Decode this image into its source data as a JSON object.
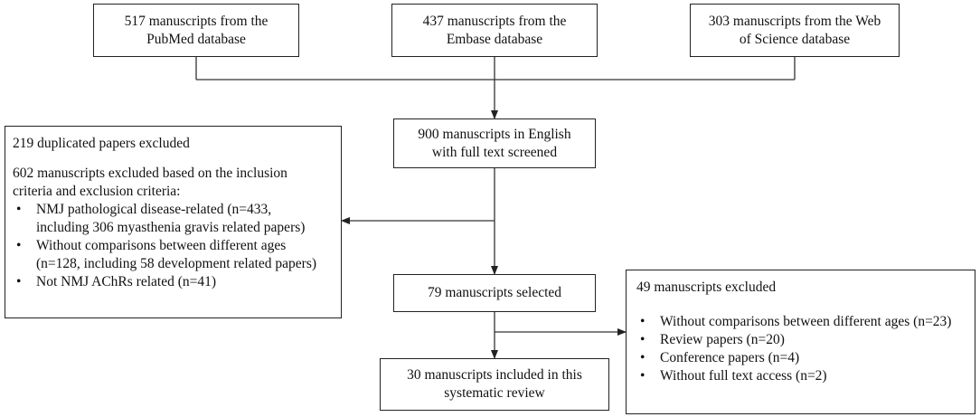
{
  "sources": [
    {
      "lines": [
        "517 manuscripts from the",
        "PubMed database"
      ]
    },
    {
      "lines": [
        "437 manuscripts from the",
        "Embase database"
      ]
    },
    {
      "lines": [
        "303 manuscripts from the Web",
        "of Science database"
      ]
    }
  ],
  "screened": {
    "lines": [
      "900 manuscripts in English",
      "with full text screened"
    ]
  },
  "excluded_first": {
    "duplicates": "219 duplicated papers excluded",
    "criteria_lines": [
      "602 manuscripts excluded based on the inclusion",
      "criteria and exclusion criteria:"
    ],
    "bullet_symbol": "•",
    "items": [
      {
        "lines": [
          "NMJ pathological disease-related (n=433,",
          "including 306 myasthenia gravis related papers)"
        ]
      },
      {
        "lines": [
          "Without comparisons between different ages",
          "(n=128, including 58 development related papers)"
        ]
      },
      {
        "lines": [
          "Not NMJ AChRs related (n=41)"
        ]
      }
    ]
  },
  "selected": {
    "text": "79 manuscripts selected"
  },
  "excluded_second": {
    "title": "49 manuscripts excluded",
    "items": [
      "Without comparisons between different ages (n=23)",
      "Review papers (n=20)",
      "Conference papers (n=4)",
      "Without full text access (n=2)"
    ]
  },
  "included": {
    "lines": [
      "30 manuscripts included in this",
      "systematic review"
    ]
  }
}
